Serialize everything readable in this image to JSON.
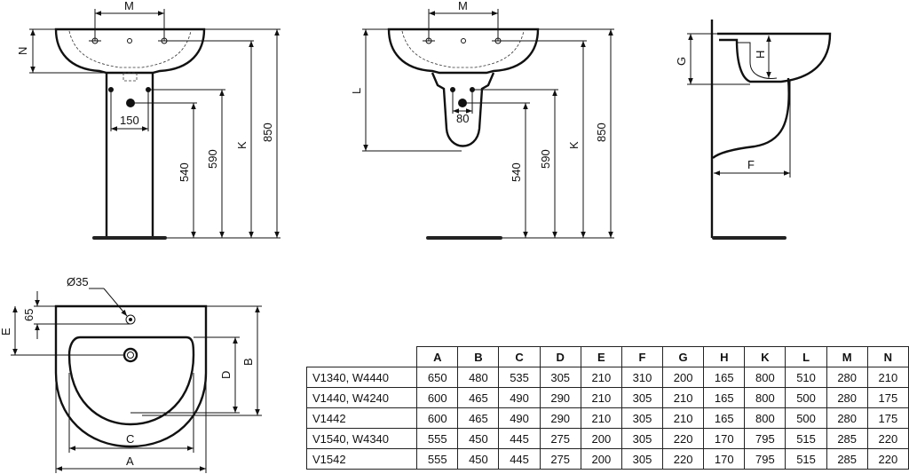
{
  "labels": {
    "M": "M",
    "N": "N",
    "K": "K",
    "L": "L",
    "G": "G",
    "H": "H",
    "F": "F",
    "A": "A",
    "B": "B",
    "C": "C",
    "D": "D",
    "E": "E",
    "d150": "150",
    "d540": "540",
    "d590": "590",
    "d850": "850",
    "d80": "80",
    "d65": "65",
    "dia35": "Ø35"
  },
  "table": {
    "headers": [
      "A",
      "B",
      "C",
      "D",
      "E",
      "F",
      "G",
      "H",
      "K",
      "L",
      "M",
      "N"
    ],
    "rows": [
      {
        "model": "V1340, W4440",
        "values": [
          "650",
          "480",
          "535",
          "305",
          "210",
          "310",
          "200",
          "165",
          "800",
          "510",
          "280",
          "210"
        ]
      },
      {
        "model": "V1440, W4240",
        "values": [
          "600",
          "465",
          "490",
          "290",
          "210",
          "305",
          "210",
          "165",
          "800",
          "500",
          "280",
          "175"
        ]
      },
      {
        "model": "V1442",
        "values": [
          "600",
          "465",
          "490",
          "290",
          "210",
          "305",
          "210",
          "165",
          "800",
          "500",
          "280",
          "175"
        ]
      },
      {
        "model": "V1540, W4340",
        "values": [
          "555",
          "450",
          "445",
          "275",
          "200",
          "305",
          "220",
          "170",
          "795",
          "515",
          "285",
          "220"
        ]
      },
      {
        "model": "V1542",
        "values": [
          "555",
          "450",
          "445",
          "275",
          "200",
          "305",
          "220",
          "170",
          "795",
          "515",
          "285",
          "220"
        ]
      }
    ]
  }
}
